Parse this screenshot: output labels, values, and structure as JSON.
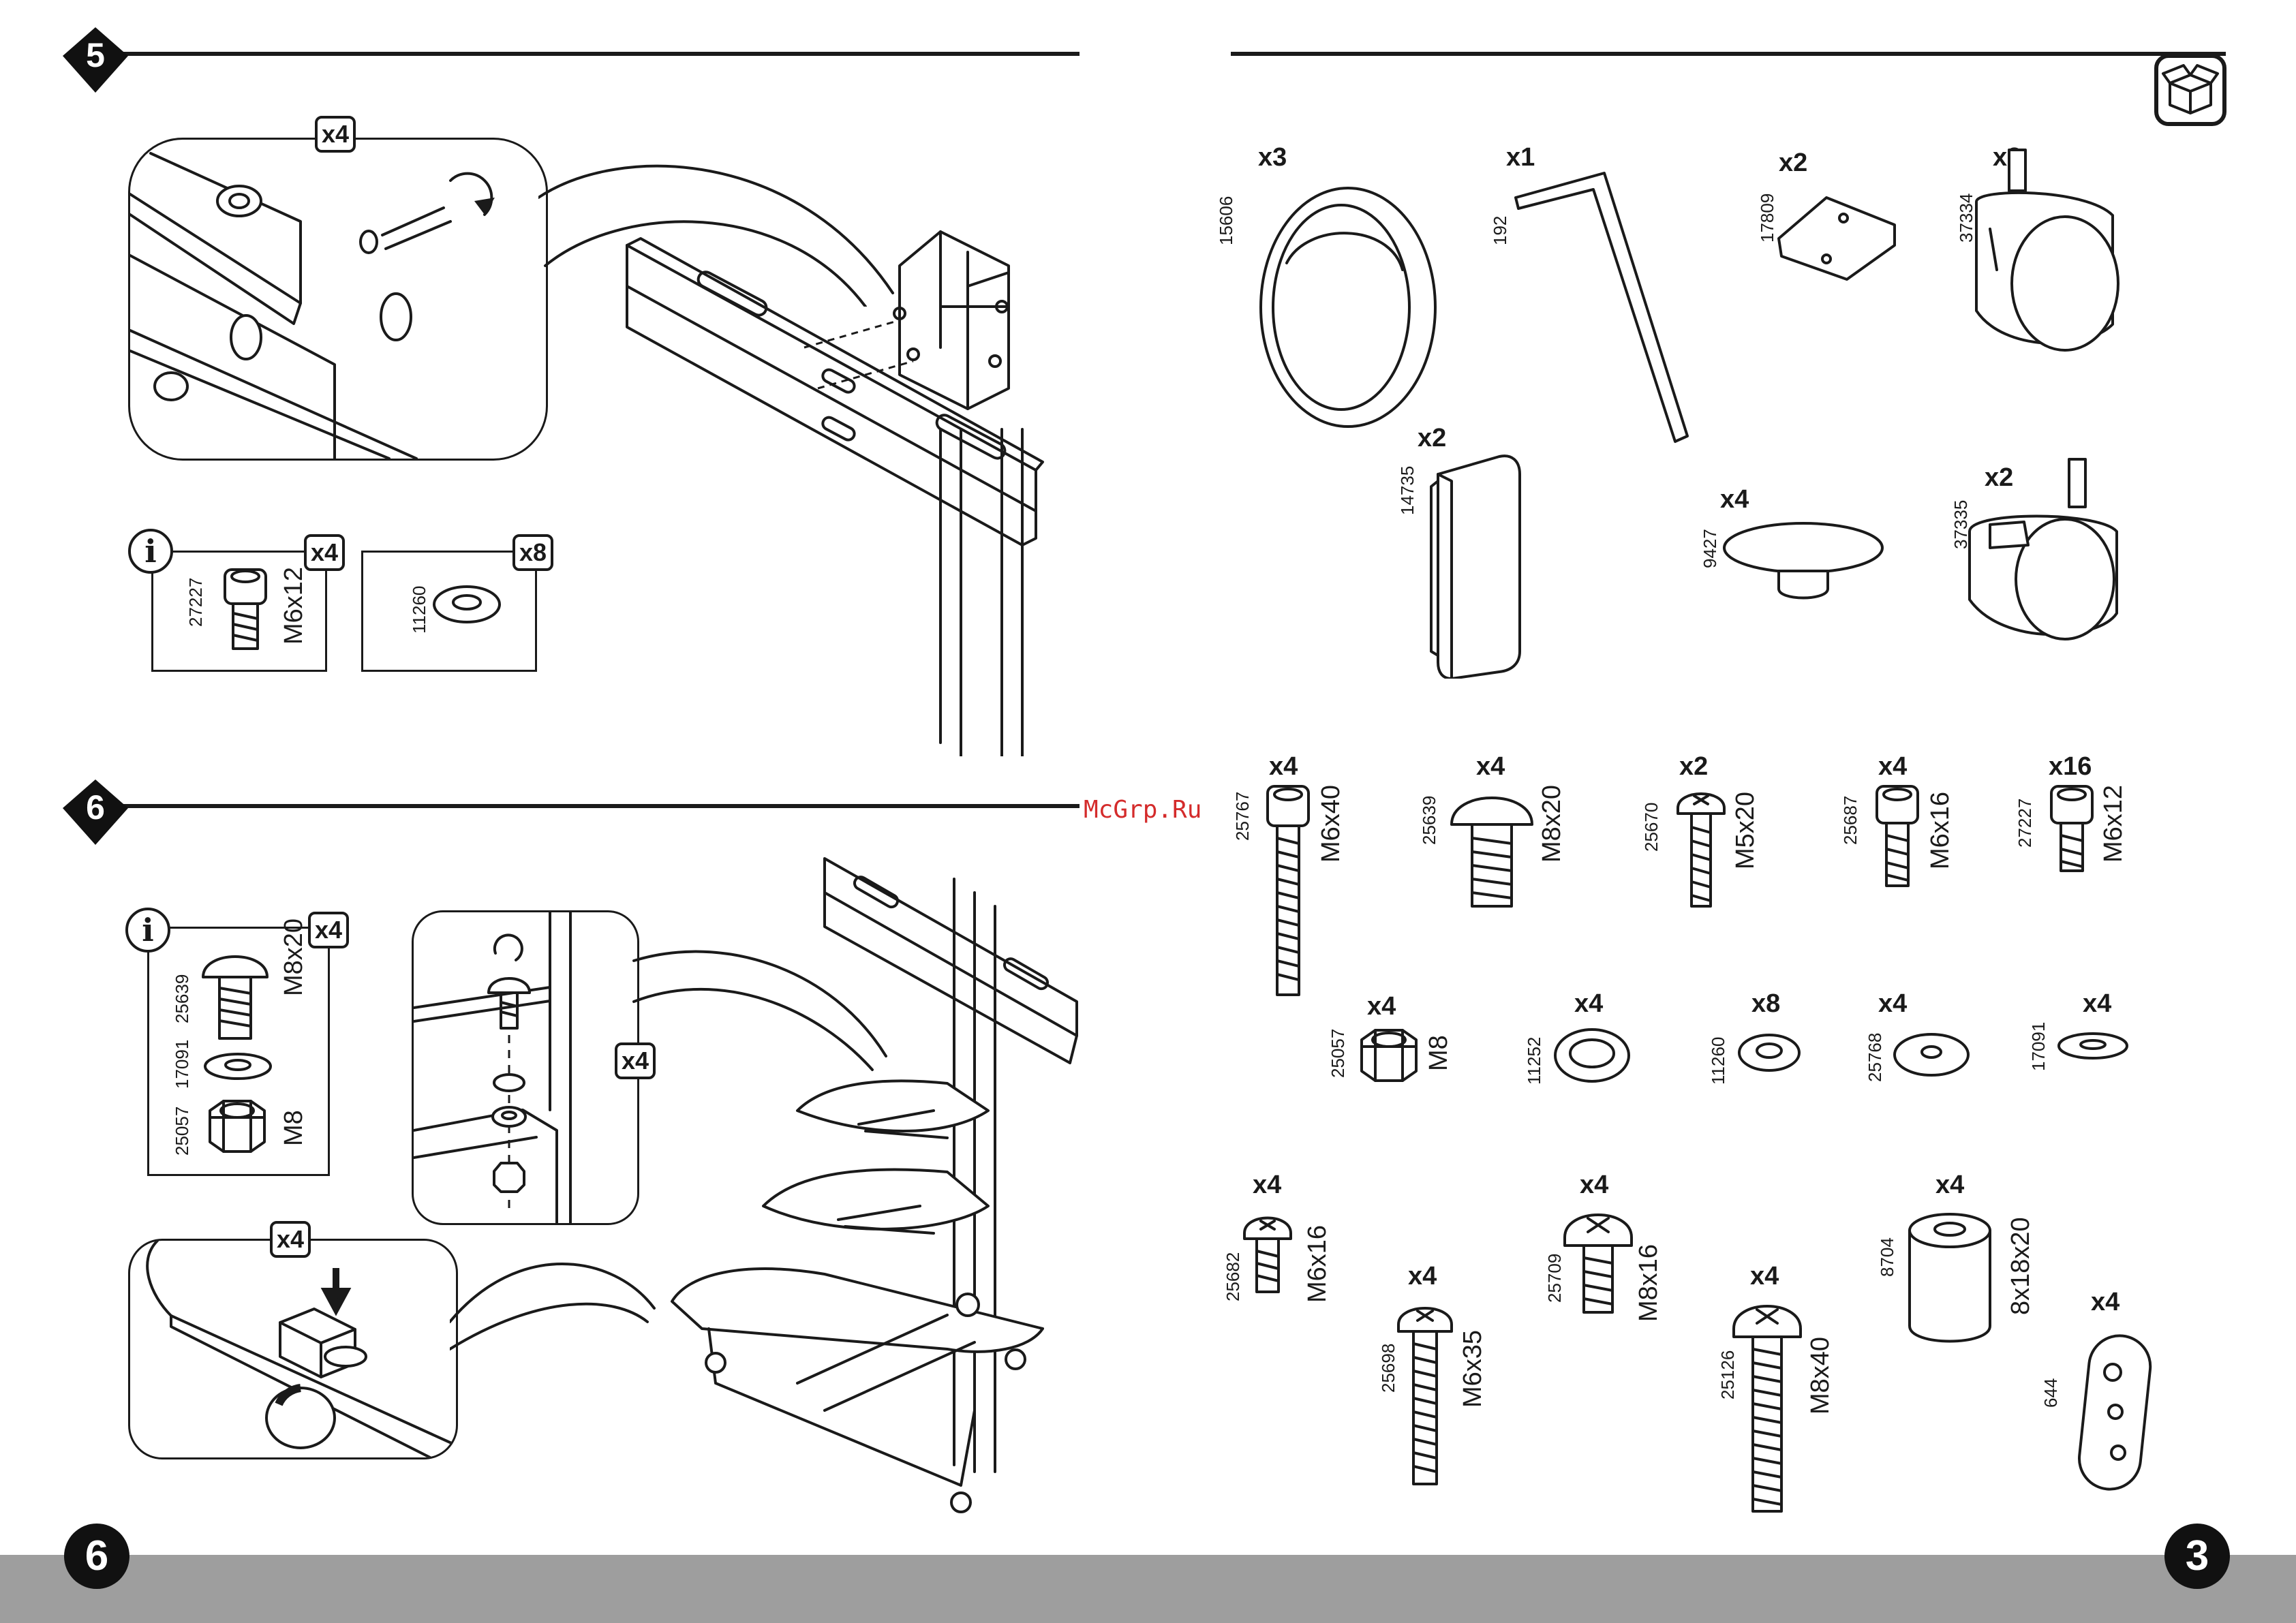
{
  "header": {
    "step5_number": "5",
    "step6_number": "6",
    "box_icon": "box-package-icon"
  },
  "step5": {
    "callout_qty": "x4",
    "info_letter": "i",
    "bolt": {
      "code": "27227",
      "size": "M6x12",
      "qty": "x4"
    },
    "washer": {
      "code": "11260",
      "qty": "x8"
    }
  },
  "step6": {
    "info_letter": "i",
    "info_qty": "x4",
    "bolt": {
      "code": "25639",
      "size": "M8x20"
    },
    "washer": {
      "code": "17091"
    },
    "nut": {
      "code": "25057",
      "size": "M8"
    },
    "callout_right_qty": "x4",
    "callout_bottom_qty": "x4"
  },
  "watermark": "McGrp.Ru",
  "parts": {
    "row1": [
      {
        "qty": "x3",
        "code": "15606"
      },
      {
        "qty": "x1",
        "code": "192"
      },
      {
        "qty": "x2",
        "code": "17809"
      },
      {
        "qty": "x2",
        "code": "37334"
      }
    ],
    "row2": [
      {
        "qty": "x2",
        "code": "14735"
      },
      {
        "qty": "x4",
        "code": "9427"
      },
      {
        "qty": "x2",
        "code": "37335"
      }
    ],
    "bolts": [
      {
        "qty": "x4",
        "code": "25767",
        "size": "M6x40"
      },
      {
        "qty": "x4",
        "code": "25639",
        "size": "M8x20"
      },
      {
        "qty": "x2",
        "code": "25670",
        "size": "M5x20"
      },
      {
        "qty": "x4",
        "code": "25687",
        "size": "M6x16"
      },
      {
        "qty": "x16",
        "code": "27227",
        "size": "M6x12"
      }
    ],
    "washers": [
      {
        "qty": "x4",
        "code": "25057",
        "size": "M8"
      },
      {
        "qty": "x4",
        "code": "11252"
      },
      {
        "qty": "x8",
        "code": "11260"
      },
      {
        "qty": "x4",
        "code": "25768"
      },
      {
        "qty": "x4",
        "code": "17091"
      }
    ],
    "bottom": [
      {
        "qty": "x4",
        "code": "25682",
        "size": "M6x16"
      },
      {
        "qty": "x4",
        "code": "25698",
        "size": "M6x35"
      },
      {
        "qty": "x4",
        "code": "25709",
        "size": "M8x16"
      },
      {
        "qty": "x4",
        "code": "25126",
        "size": "M8x40"
      },
      {
        "qty": "x4",
        "code": "8704",
        "size": "8x18x20"
      },
      {
        "qty": "x4",
        "code": "644"
      }
    ]
  },
  "footer": {
    "left_page": "6",
    "right_page": "3"
  }
}
